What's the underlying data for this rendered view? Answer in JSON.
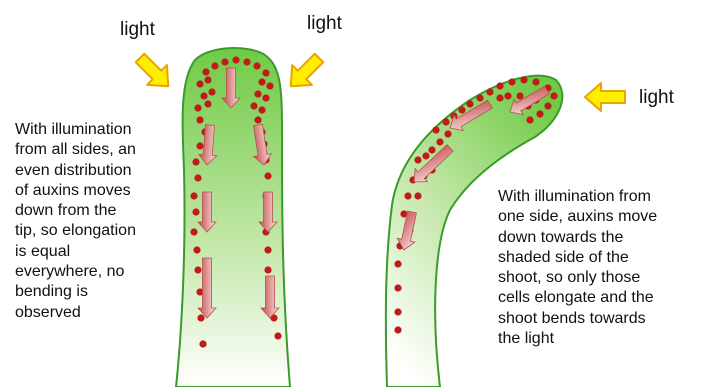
{
  "labels": {
    "light_left": "light",
    "light_middle": "light",
    "light_right": "light"
  },
  "caption_left_lines": [
    "With illumination",
    "from all sides, an",
    "even distribution",
    "of auxins moves",
    "down from the",
    "tip, so elongation",
    "is equal",
    "everywhere, no",
    "bending is",
    "observed"
  ],
  "caption_right_lines": [
    "With illumination from",
    "one side, auxins move",
    "down towards the",
    "shaded side of the",
    "shoot, so only those",
    "cells elongate and the",
    "shoot bends towards",
    "the light"
  ],
  "colors": {
    "shoot_outline": "#3a9a2a",
    "shoot_fill_top": "#7ccf4e",
    "shoot_fill_bottom": "#ffffff",
    "auxin_dot": "#c01a1a",
    "light_arrow_fill": "#ffee00",
    "light_arrow_stroke": "#e8a400",
    "auxin_arrow": "#c44a4a"
  }
}
